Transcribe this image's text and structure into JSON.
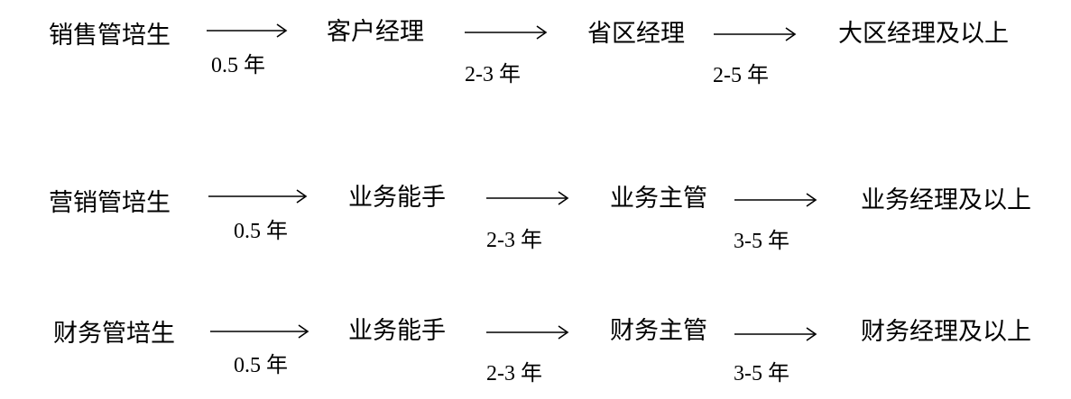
{
  "tracks": [
    {
      "stages": [
        "销售管培生",
        "客户经理",
        "省区经理",
        "大区经理及以上"
      ],
      "durations": [
        "0.5 年",
        "2-3 年",
        "2-5 年"
      ]
    },
    {
      "stages": [
        "营销管培生",
        "业务能手",
        "业务主管",
        "业务经理及以上"
      ],
      "durations": [
        "0.5 年",
        "2-3 年",
        "3-5 年"
      ]
    },
    {
      "stages": [
        "财务管培生",
        "业务能手",
        "财务主管",
        "财务经理及以上"
      ],
      "durations": [
        "0.5 年",
        "2-3 年",
        "3-5 年"
      ]
    }
  ]
}
